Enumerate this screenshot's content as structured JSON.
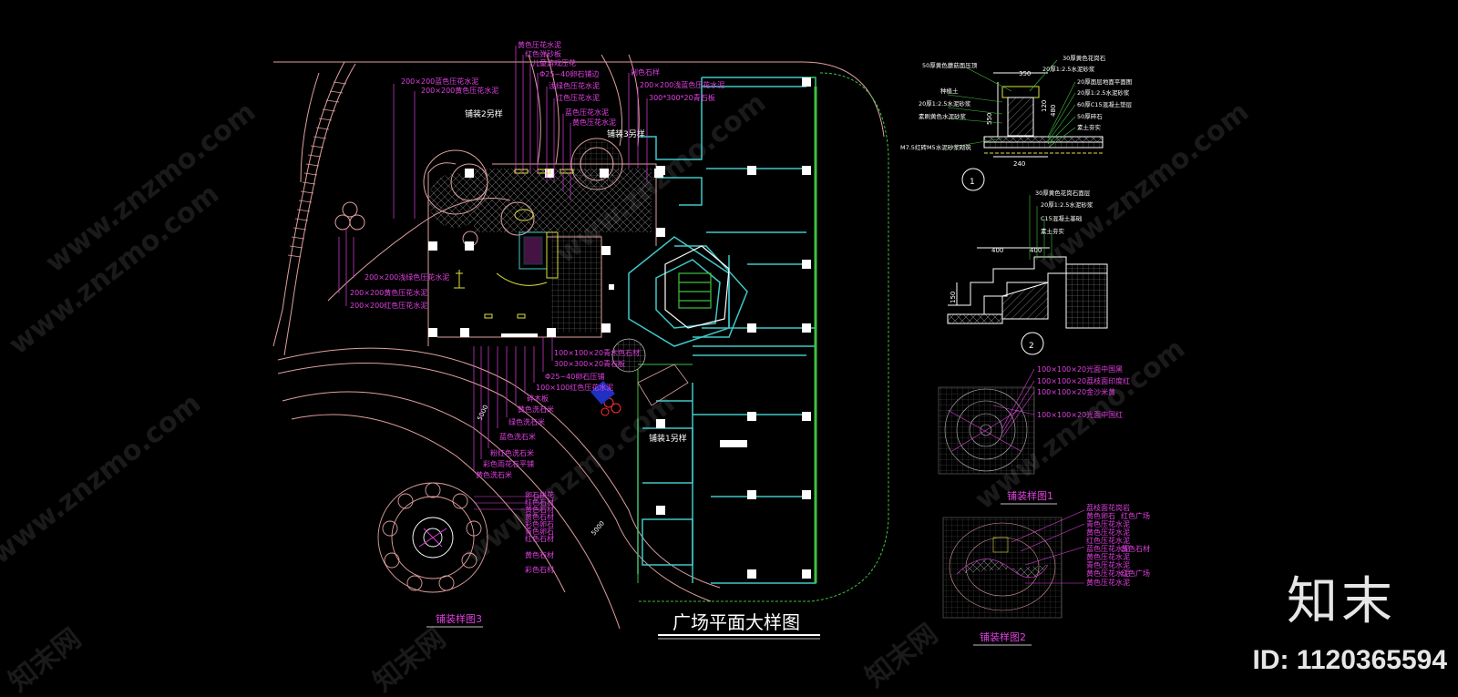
{
  "drawing": {
    "plan_title": "广场平面大样图",
    "paving_note_1": "铺装1另样",
    "paving_note_2": "铺装2另样",
    "paving_note_3": "铺装3另样",
    "top_labels": [
      "黄色压花水泥",
      "红色弹砂板",
      "儿童游戏压花",
      "Φ25~40卵石铺边",
      "浅绿色压花水泥",
      "红色压花水泥",
      "蓝色压花水泥",
      "黄色压花水泥",
      "剁色石样",
      "200×200浅蓝色压花水泥",
      "300*300*20青石板"
    ],
    "left_labels": [
      "200×200蓝色压花水泥",
      "200×200黄色压花水泥",
      "200×200浅绿色压花水泥",
      "200×200黄色压花水泥",
      "200×200红色压花水泥"
    ],
    "bottom_labels": [
      "100×100×20青木色石材",
      "300×300×20青石板",
      "Φ25~40卵石压铺",
      "100×100红色压花水泥",
      "碎木板",
      "黄色洗石米",
      "绿色洗石米",
      "蓝色洗石米",
      "粉红色洗石米",
      "彩色雨花石平铺",
      "黄色洗石米"
    ],
    "road_dims": [
      "5000",
      "5000"
    ]
  },
  "detail_1": {
    "marker": "1",
    "dims": [
      "350",
      "550",
      "120",
      "480",
      "240"
    ],
    "left_labels": [
      "50厚黄色蘑菇面压顶",
      "种植土",
      "20厚1:2.5水泥砂浆",
      "素刷黄色水泥砂浆",
      "M7.5红砖M5水泥砂浆砌筑"
    ],
    "right_labels": [
      "30厚黄色花岗石",
      "20厚1:2.5水泥砂浆",
      "20厚面层地面平面图",
      "20厚1:2.5水泥砂浆",
      "60厚C15混凝土垫层",
      "50厚碎石",
      "素土夯实"
    ]
  },
  "detail_2": {
    "marker": "2",
    "dims": [
      "400",
      "400",
      "150"
    ],
    "labels": [
      "30厚黄色花岗石面层",
      "20厚1:2.5水泥砂浆",
      "C15混凝土基础",
      "素土夯实"
    ]
  },
  "sample_1": {
    "caption": "铺装样图1",
    "legend": [
      "100×100×20光面中国黑",
      "100×100×20荔枝面印度红",
      "100×100×20金沙米黄",
      "100×100×20光面中国红"
    ]
  },
  "sample_2": {
    "caption": "铺装样图2",
    "legend_left": [
      "荔枝面花岗岩",
      "黄色卵石",
      "青色压花水泥",
      "黄色压花水泥",
      "红色压花水泥",
      "蓝色压花水泥",
      "黄色压花水泥",
      "青色压花水泥",
      "黄色压花水泥",
      "黄色压花水泥"
    ],
    "legend_right": [
      "红色广场",
      "黄色石材",
      "红色广场"
    ]
  },
  "sample_3": {
    "caption": "铺装样图3",
    "legend": [
      "卵石拼花",
      "红色石材",
      "黄色石材",
      "黄色石材",
      "彩色卵石",
      "青色卵石",
      "红色石材",
      "黄色石材",
      "彩色石材"
    ]
  },
  "watermarks": {
    "site": "www.znzmo.com",
    "cn": "知末网"
  },
  "brand": {
    "name": "知末",
    "id_text": "ID: 1120365594"
  },
  "colors": {
    "background": "#000000",
    "annotation": "#e040e0",
    "building": "#40c8c8",
    "landscape": "#e0a0a0",
    "boundary": "#40c040",
    "detail": "#ffffff",
    "accent_yellow": "#e0e040"
  }
}
